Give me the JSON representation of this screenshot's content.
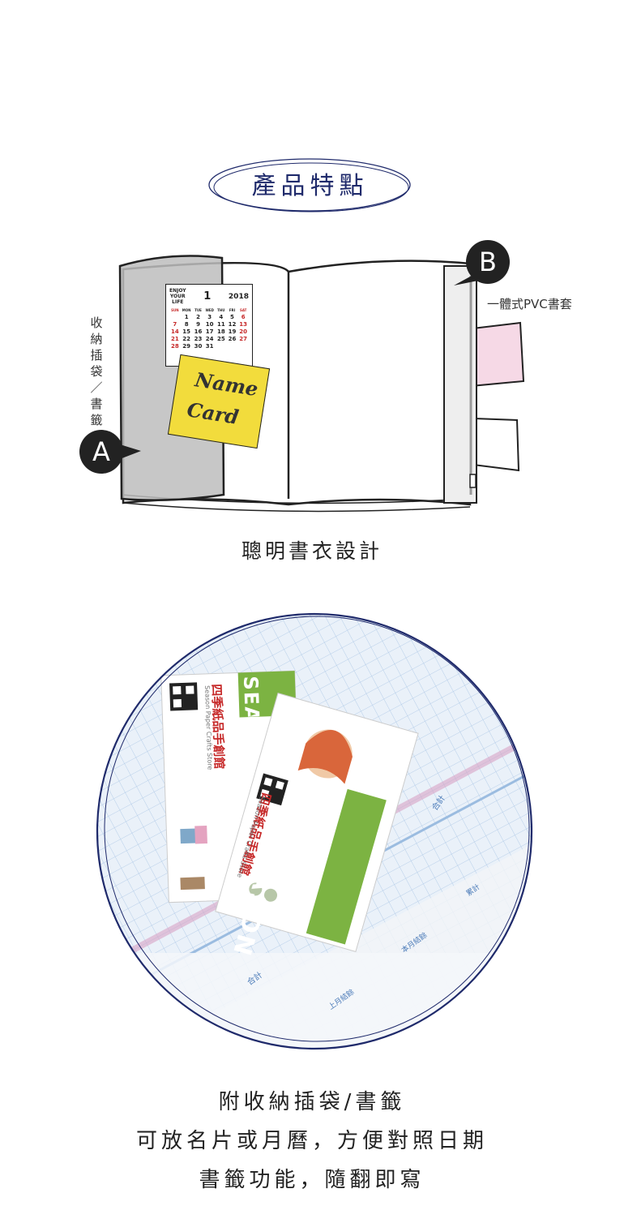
{
  "section_title": "產品特點",
  "diagram": {
    "marker_a": "A",
    "marker_b": "B",
    "left_label": "收納插袋／書籤",
    "right_label": "一體式PVC書套",
    "calendar": {
      "brand_top": "ENJOY",
      "brand_mid": "YOUR",
      "brand_bot": "LIFE",
      "month": "1",
      "year": "2018",
      "weekdays": [
        "SUN",
        "MON",
        "TUE",
        "WED",
        "THU",
        "FRI",
        "SAT"
      ],
      "rows": [
        [
          "",
          "1",
          "2",
          "3",
          "4",
          "5",
          "6"
        ],
        [
          "7",
          "8",
          "9",
          "10",
          "11",
          "12",
          "13"
        ],
        [
          "14",
          "15",
          "16",
          "17",
          "18",
          "19",
          "20"
        ],
        [
          "21",
          "22",
          "23",
          "24",
          "25",
          "26",
          "27"
        ],
        [
          "28",
          "29",
          "30",
          "31",
          "",
          "",
          ""
        ]
      ]
    },
    "card_line1": "Name",
    "card_line2": "Card"
  },
  "caption_1": "聰明書衣設計",
  "photo": {
    "card_brand": "SEASON",
    "card_title": "四季紙品手創館",
    "card_sub": "Season Paper Crafts Store",
    "planner_total": "合計",
    "planner_prev": "上月結餘",
    "planner_this": "本月結餘",
    "planner_sum": "累計"
  },
  "captions_2": [
    "附收納插袋/書籤",
    "可放名片或月曆，方便對照日期",
    "書籤功能，隨翻即寫"
  ],
  "colors": {
    "navy": "#1f2a6b",
    "card_yellow": "#f2dc3c",
    "pink_tab": "#f6d9e6",
    "green": "#7cb342",
    "red": "#c62828",
    "grid_blue": "#a9c6e6"
  }
}
